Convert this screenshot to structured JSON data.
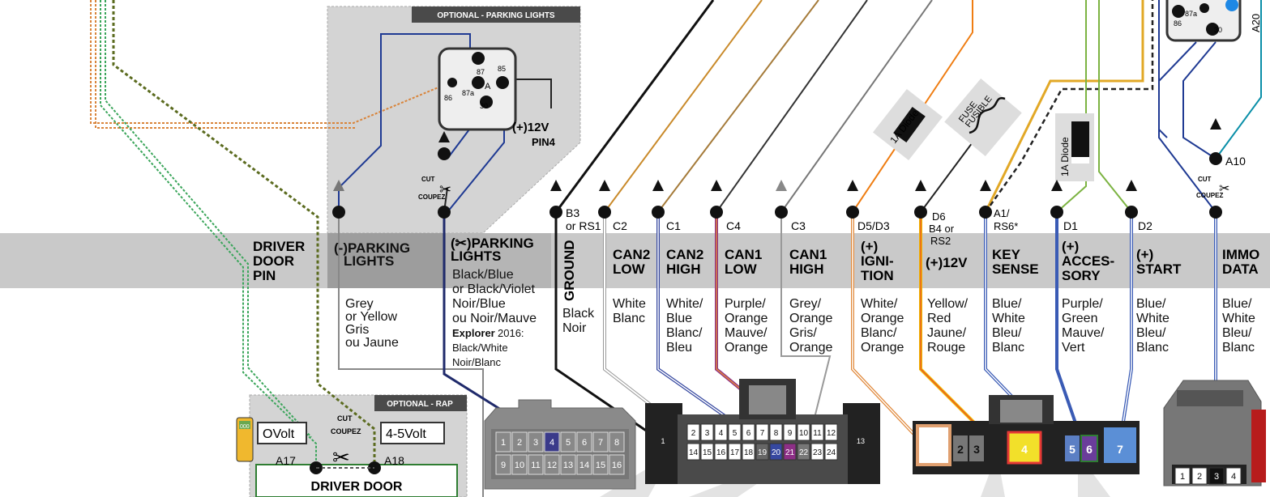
{
  "optional_parking": {
    "title": "OPTIONAL - PARKING LIGHTS",
    "relay_pins": {
      "p87": "87",
      "p85": "85",
      "p86": "86",
      "p87a": "87a",
      "p30": "30",
      "a": "A"
    },
    "power_label": "(+)12V",
    "power_pin": "PIN4"
  },
  "cut_labels": {
    "cut": "CUT",
    "coupez": "COUPEZ"
  },
  "pin_labels": {
    "b3": "B3",
    "rs1": "or RS1",
    "c2": "C2",
    "c1": "C1",
    "c4": "C4",
    "c3": "C3",
    "d5d3": "D5/D3",
    "d6": "D6",
    "b4": "B4 or",
    "rs2": "RS2",
    "a1": "A1/",
    "rs6": "RS6*",
    "d1": "D1",
    "d2": "D2",
    "a10": "A10",
    "a17": "A17",
    "a18": "A18"
  },
  "diode_label": "1A Diode",
  "fuse_label_1": "FUSE",
  "fuse_label_2": "FUSIBLE",
  "top_right_relay": {
    "p87a": "87a",
    "p86": "86",
    "p30": "30",
    "a20": "A20"
  },
  "band": {
    "driver_door_pin": [
      "DRIVER",
      "DOOR",
      "PIN"
    ],
    "parking_lights": [
      "(-)PARKING",
      "LIGHTS"
    ],
    "cut_parking": [
      "(✂)PARKING",
      "LIGHTS"
    ],
    "ground": "GROUND",
    "can2_low": [
      "CAN2",
      "LOW"
    ],
    "can2_high": [
      "CAN2",
      "HIGH"
    ],
    "can1_low": [
      "CAN1",
      "LOW"
    ],
    "can1_high": [
      "CAN1",
      "HIGH"
    ],
    "ignition": [
      "(+)",
      "IGNI-",
      "TION"
    ],
    "plus12v": "(+)12V",
    "key_sense": [
      "KEY",
      "SENSE"
    ],
    "accessory": [
      "(+)",
      "ACCES-",
      "SORY"
    ],
    "start": [
      "(+)",
      "START"
    ],
    "immo": [
      "IMMO",
      "DATA"
    ]
  },
  "colors_text": {
    "parking": [
      "Grey",
      "or Yellow",
      "Gris",
      "ou Jaune"
    ],
    "cut_parking": [
      "Black/Blue",
      "or Black/Violet",
      "Noir/Blue",
      "ou Noir/Mauve"
    ],
    "explorer_bold": "Explorer",
    "explorer_year": " 2016:",
    "explorer_rest": [
      "Black/White",
      "Noir/Blanc"
    ],
    "ground": [
      "Black",
      "Noir"
    ],
    "can2_low": [
      "White",
      "Blanc"
    ],
    "can2_high": [
      "White/",
      "Blue",
      "Blanc/",
      "Bleu"
    ],
    "can1_low": [
      "Purple/",
      "Orange",
      "Mauve/",
      "Orange"
    ],
    "can1_high": [
      "Grey/",
      "Orange",
      "Gris/",
      "Orange"
    ],
    "ignition": [
      "White/",
      "Orange",
      "Blanc/",
      "Orange"
    ],
    "plus12v": [
      "Yellow/",
      "Red",
      "Jaune/",
      "Rouge"
    ],
    "key_sense": [
      "Blue/",
      "White",
      "Bleu/",
      "Blanc"
    ],
    "accessory": [
      "Purple/",
      "Green",
      "Mauve/",
      "Vert"
    ],
    "start": [
      "Blue/",
      "White",
      "Bleu/",
      "Blanc"
    ],
    "immo": [
      "Blue/",
      "White",
      "Bleu/",
      "Blanc"
    ]
  },
  "optional_rap": {
    "title": "OPTIONAL - RAP",
    "meter_left": "OVolt",
    "meter_right": "4-5Volt",
    "meter_display": "000",
    "driver_door": "DRIVER DOOR"
  },
  "connector_left_pins": {
    "row1": [
      "1",
      "2",
      "3",
      "4",
      "5",
      "6",
      "7",
      "8"
    ],
    "row2": [
      "9",
      "10",
      "11",
      "12",
      "13",
      "14",
      "15",
      "16"
    ]
  },
  "connector_mid_pins": {
    "left_big": "1",
    "row1": [
      "2",
      "3",
      "4",
      "5",
      "6",
      "7",
      "8",
      "9",
      "10",
      "11",
      "12"
    ],
    "row2": [
      "14",
      "15",
      "16",
      "17",
      "18",
      "19",
      "20",
      "21",
      "22",
      "23",
      "24"
    ],
    "right_big": "13"
  },
  "connector_right_pins": [
    "2",
    "3",
    "4",
    "5",
    "6",
    "7"
  ],
  "connector_far_pins": [
    "1",
    "2",
    "3",
    "4"
  ]
}
